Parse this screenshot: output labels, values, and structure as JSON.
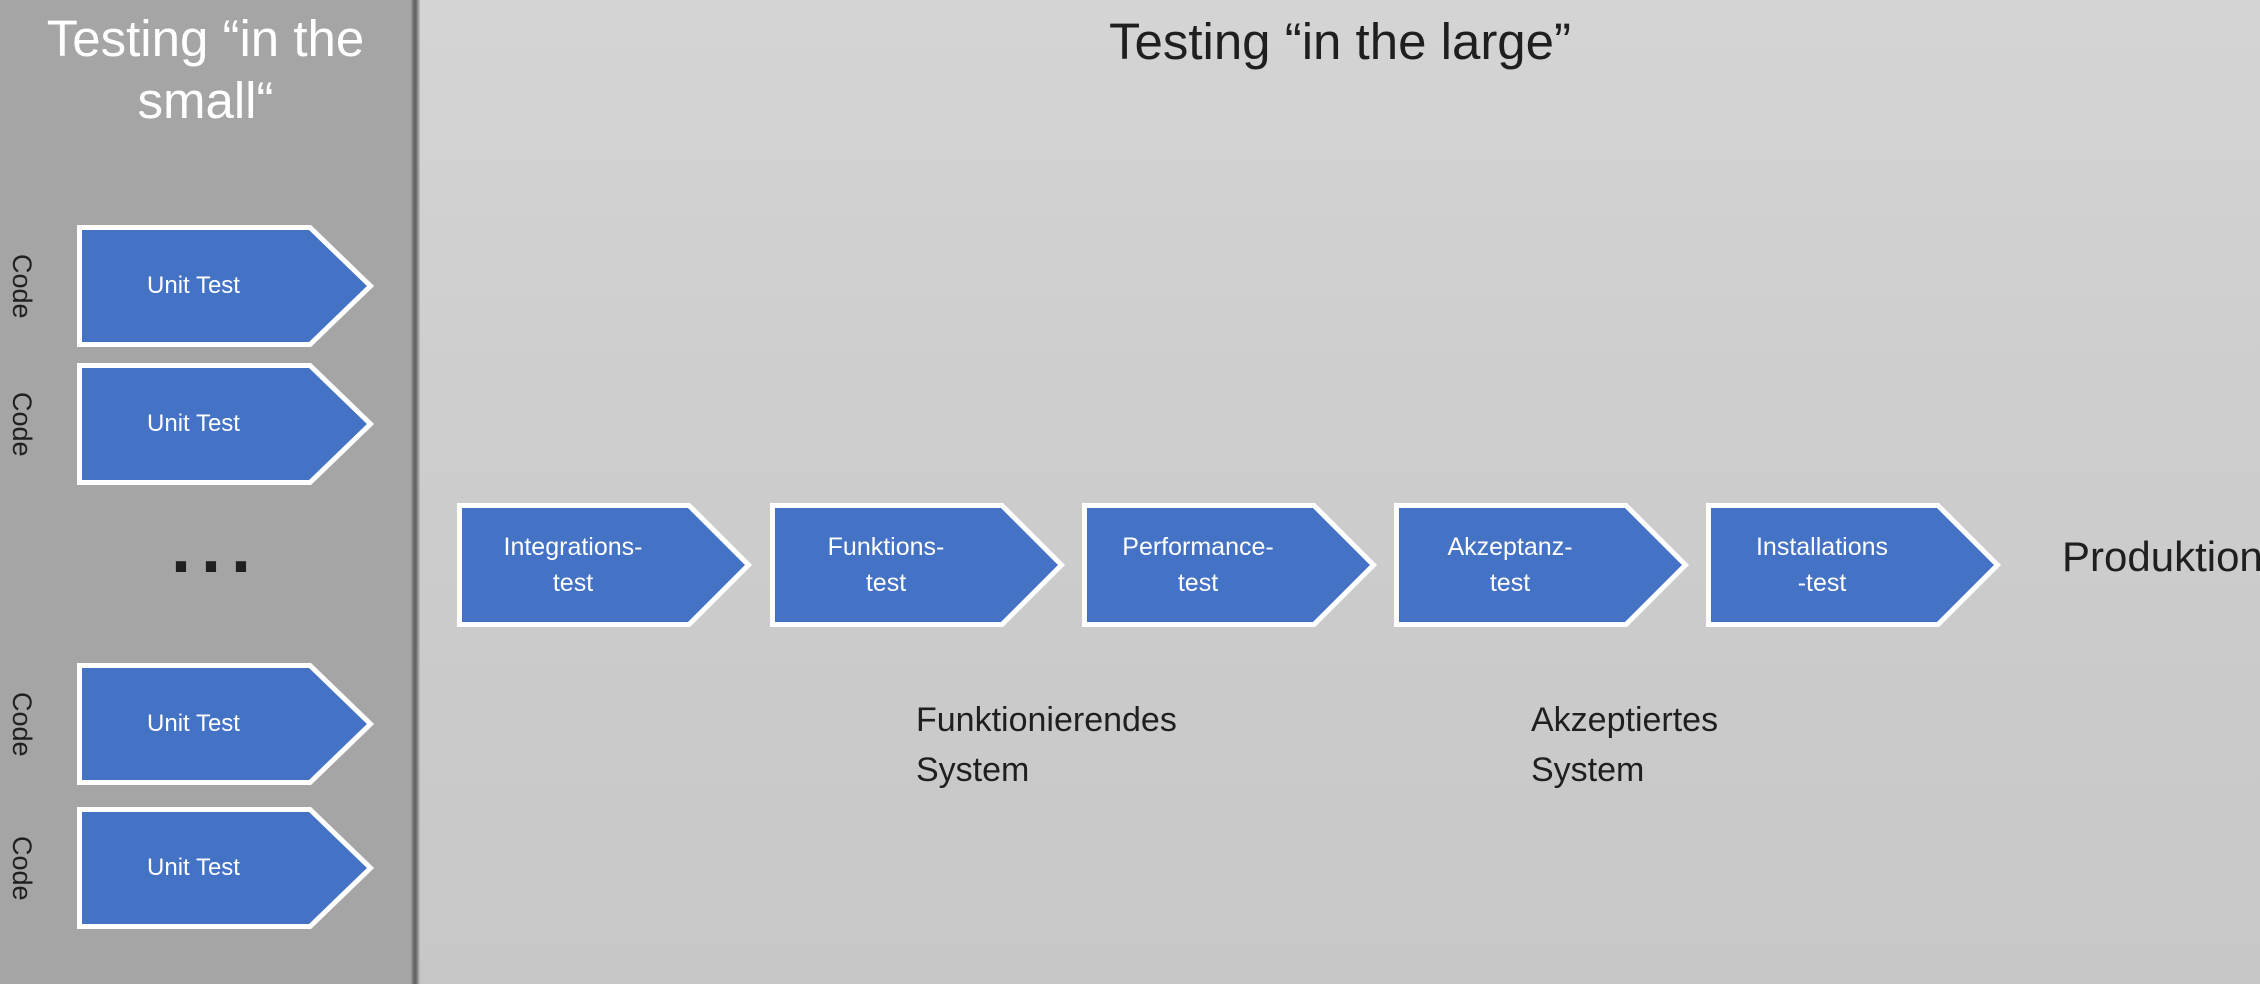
{
  "sidebar": {
    "title": "Testing “in the small“",
    "rows": [
      {
        "code": "Code",
        "arrow": "Unit Test"
      },
      {
        "code": "Code",
        "arrow": "Unit Test"
      },
      {
        "code": "Code",
        "arrow": "Unit Test"
      },
      {
        "code": "Code",
        "arrow": "Unit Test"
      }
    ],
    "ellipsis": "..."
  },
  "main": {
    "title": "Testing “in the large”",
    "arrows": [
      {
        "label": "Integrations-\ntest"
      },
      {
        "label": "Funktions-\ntest"
      },
      {
        "label": "Performance-\ntest"
      },
      {
        "label": "Akzeptanz-\ntest"
      },
      {
        "label": "Installations\n-test"
      }
    ],
    "end_label": "Produktion",
    "annotations": [
      {
        "label": "Funktionierendes\nSystem"
      },
      {
        "label": "Akzeptiertes\nSystem"
      }
    ]
  },
  "colors": {
    "arrow_fill": "#4472c4",
    "arrow_border": "#ffffff",
    "arrow_text": "#ffffff",
    "sidebar_bg": "#a5a5a5",
    "sidebar_title_color": "#ffffff",
    "text_color": "#1f1f1f"
  }
}
